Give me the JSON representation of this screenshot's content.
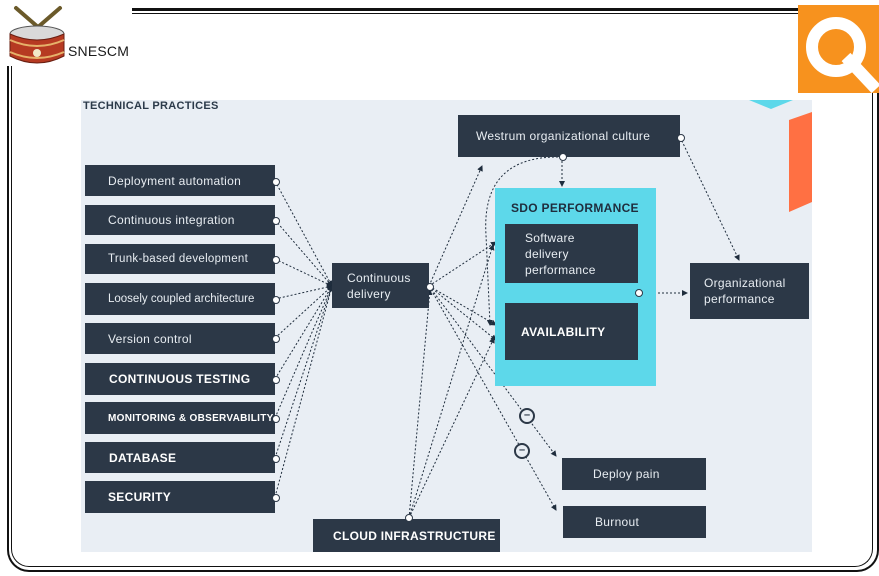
{
  "logo": {
    "text": "SNESCM"
  },
  "panel": {
    "title": "TECHNICAL PRACTICES"
  },
  "practices": [
    "Deployment automation",
    "Continuous integration",
    "Trunk-based development",
    "Loosely coupled architecture",
    "Version control",
    "CONTINUOUS TESTING",
    "MONITORING & OBSERVABILITY",
    "DATABASE",
    "SECURITY"
  ],
  "nodes": {
    "continuous_delivery": "Continuous delivery",
    "westrum": "Westrum organizational culture",
    "sdo_title": "SDO PERFORMANCE",
    "software_delivery": "Software delivery performance",
    "availability": "AVAILABILITY",
    "organizational": "Organizational performance",
    "deploy_pain": "Deploy pain",
    "burnout": "Burnout",
    "cloud": "CLOUD INFRASTRUCTURE"
  },
  "negative_markers": [
    "–",
    "–"
  ],
  "colors": {
    "box": "#2c3847",
    "panel": "#e9eef4",
    "sdo": "#5dd8ea",
    "accent_orange": "#f7921e",
    "accent_coral": "#ff7043"
  }
}
